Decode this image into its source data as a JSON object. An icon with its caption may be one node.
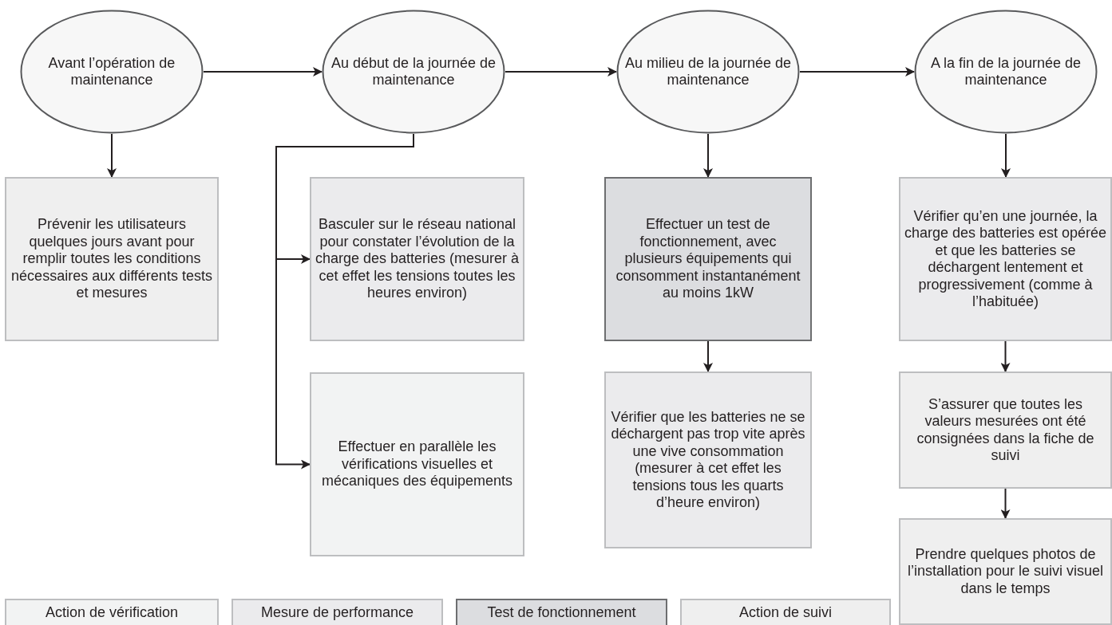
{
  "diagram": {
    "nodes": [
      {
        "text": [
          "Avant l’opération de maintenance"
        ]
      },
      {
        "text": [
          "Au début de la journée de maintenance"
        ]
      },
      {
        "text": [
          "Au milieu de la journée de maintenance"
        ]
      },
      {
        "text": [
          "A la fin de la journée de maintenance"
        ]
      },
      {
        "text": [
          "Prévenir les utilisateurs quelques jours avant pour remplir toutes les conditions nécessaires aux différents tests et mesures"
        ]
      },
      {
        "text": [
          "Basculer sur le réseau national pour constater l’évolution de la charge des batteries (mesurer à cet effet les tensions toutes les heures environ)"
        ]
      },
      {
        "text": [
          "Effectuer en parallèle les vérifications visuelles et mécaniques des équipements"
        ]
      },
      {
        "text": [
          "Effectuer un test de fonctionnement, avec plusieurs équipements qui consomment instantanément au moins 1kW"
        ]
      },
      {
        "text": [
          "Vérifier que les batteries ne se déchargent pas trop vite après une vive consommation (mesurer à cet effet les tensions tous les quarts d’heure environ)"
        ]
      },
      {
        "text": [
          "Vérifier qu’en une journée, la charge des batteries est opérée et que les batteries se déchargent lentement et progressivement (comme à l’habituée)"
        ]
      },
      {
        "text": [
          "S’assurer que toutes les valeurs mesurées ont été consignées dans la fiche de suivi"
        ]
      },
      {
        "text": [
          "Prendre quelques photos de l’installation pour le suivi visuel dans le temps"
        ]
      }
    ],
    "edges": [
      {
        "from": 0,
        "to": 1,
        "arrow": "to"
      },
      {
        "from": 1,
        "to": 2,
        "arrow": "to"
      },
      {
        "from": 2,
        "to": 3,
        "arrow": "to"
      },
      {
        "from": 0,
        "to": 4,
        "arrow": "to"
      },
      {
        "from": 1,
        "to": 5,
        "arrow": "to"
      },
      {
        "from": 1,
        "to": 6,
        "arrow": "to"
      },
      {
        "from": 2,
        "to": 7,
        "arrow": "to"
      },
      {
        "from": 7,
        "to": 8,
        "arrow": "to"
      },
      {
        "from": 3,
        "to": 9,
        "arrow": "to"
      },
      {
        "from": 9,
        "to": 10,
        "arrow": "to"
      },
      {
        "from": 10,
        "to": 11,
        "arrow": "to"
      }
    ],
    "legend": [
      {
        "text": "Action de vérification",
        "color": "#f2f3f3"
      },
      {
        "text": "Mesure de performance",
        "color": "#ebebed"
      },
      {
        "text": "Test de fonctionnement",
        "color": "#dcdde0"
      },
      {
        "text": "Action de suivi",
        "color": "#efefef"
      }
    ]
  }
}
